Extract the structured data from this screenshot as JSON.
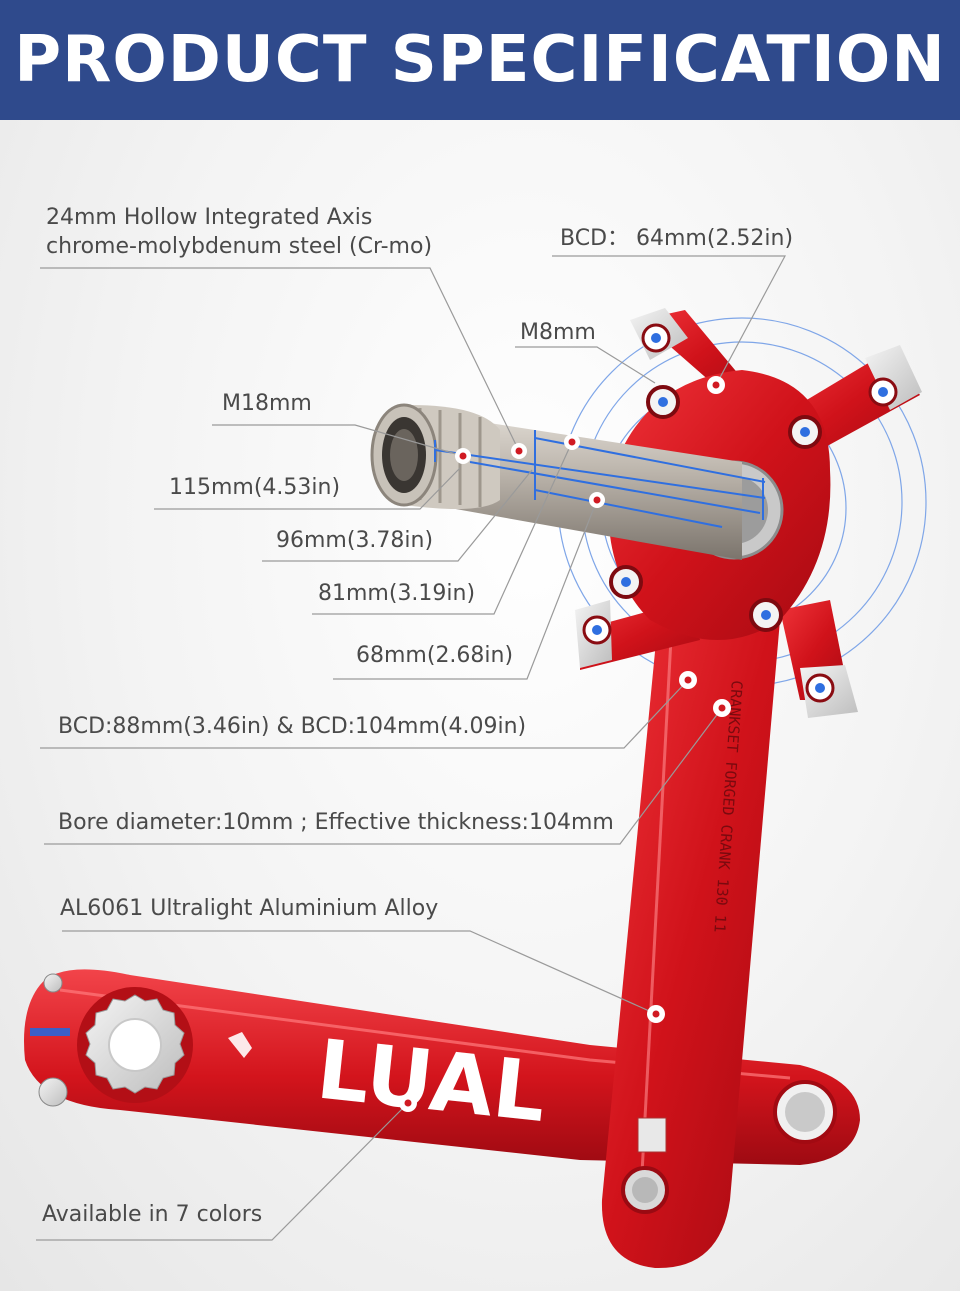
{
  "header": {
    "title": "PRODUCT SPECIFICATION"
  },
  "specs": {
    "axis_line1": "24mm Hollow Integrated Axis",
    "axis_line2": "chrome-molybdenum steel (Cr-mo)",
    "bcd_small": "BCD： 64mm(2.52in)",
    "bolt_m8": "M8mm",
    "bolt_m18": "M18mm",
    "len_115": "115mm(4.53in)",
    "len_96": "96mm(3.78in)",
    "len_81": "81mm(3.19in)",
    "len_68": "68mm(2.68in)",
    "bcd_large": "BCD:88mm(3.46in) & BCD:104mm(4.09in)",
    "bore": "Bore diameter:10mm ; Effective thickness:104mm",
    "material": "AL6061 Ultralight Aluminium Alloy",
    "colors": "Available in 7 colors"
  },
  "product": {
    "arm_print": "CRANKSET FORGED CRANK 130 11",
    "brand_mark": "LUAL",
    "crank_color": "#d8161d",
    "spindle_color": "#b8b1a8",
    "accent_blue": "#2f6fe0"
  }
}
